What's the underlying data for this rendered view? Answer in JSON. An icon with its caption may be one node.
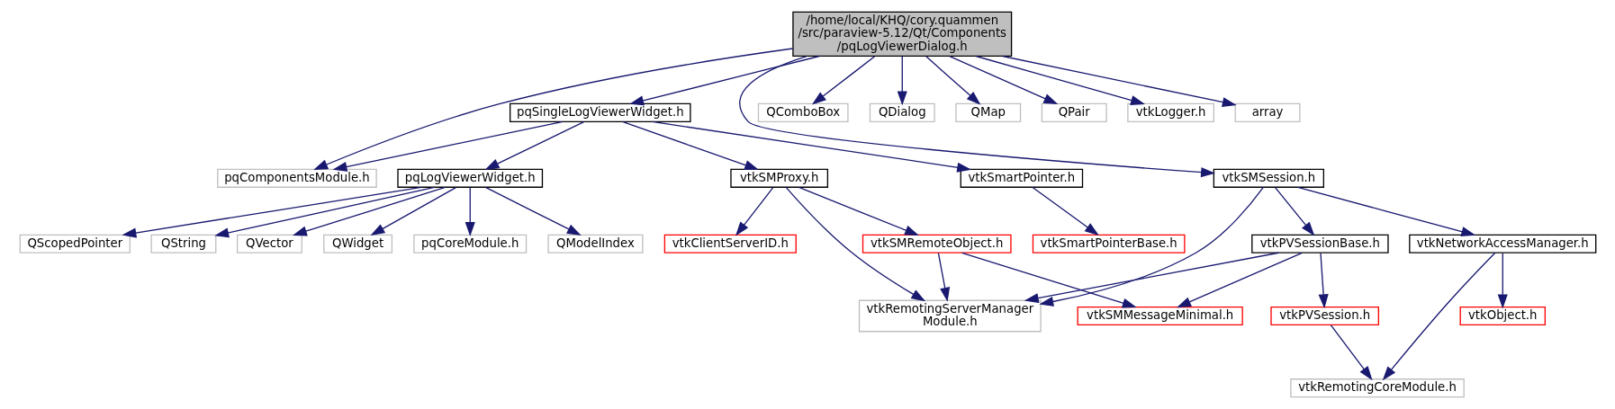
{
  "diagram": {
    "nodes": [
      {
        "text": [
          "/home/local/KHQ/cory.quammen /src/paraview-5.12/Qt/Components /pqLogViewerDialog.h"
        ]
      },
      {
        "text": [
          "pqComponentsModule.h"
        ]
      },
      {
        "text": [
          "pqSingleLogViewerWidget.h"
        ]
      },
      {
        "text": [
          "QComboBox"
        ]
      },
      {
        "text": [
          "QDialog"
        ]
      },
      {
        "text": [
          "QMap"
        ]
      },
      {
        "text": [
          "QPair"
        ]
      },
      {
        "text": [
          "vtkLogger.h"
        ]
      },
      {
        "text": [
          "array"
        ]
      },
      {
        "text": [
          "vtkSmartPointer.h"
        ]
      },
      {
        "text": [
          "vtkSMProxy.h"
        ]
      },
      {
        "text": [
          "pqLogViewerWidget.h"
        ]
      },
      {
        "text": [
          "vtkSMSession.h"
        ]
      },
      {
        "text": [
          "vtkSmartPointerBase.h"
        ]
      },
      {
        "text": [
          "vtkClientServerID.h"
        ]
      },
      {
        "text": [
          "vtkSMRemoteObject.h"
        ]
      },
      {
        "text": [
          "QString"
        ]
      },
      {
        "text": [
          "QVector"
        ]
      },
      {
        "text": [
          "QWidget"
        ]
      },
      {
        "text": [
          "pqCoreModule.h"
        ]
      },
      {
        "text": [
          "QModelIndex"
        ]
      },
      {
        "text": [
          "QScopedPointer"
        ]
      },
      {
        "text": [
          "vtkPVSessionBase.h"
        ]
      },
      {
        "text": [
          "vtkNetworkAccessManager.h"
        ]
      },
      {
        "text": [
          "vtkRemotingServerManager Module.h"
        ]
      },
      {
        "text": [
          "vtkSMMessageMinimal.h"
        ]
      },
      {
        "text": [
          "vtkPVSession.h"
        ]
      },
      {
        "text": [
          "vtkObject.h"
        ]
      },
      {
        "text": [
          "vtkRemotingCoreModule.h"
        ]
      }
    ],
    "edges": [
      {
        "from": 0,
        "to": 1,
        "arrow": "to"
      },
      {
        "from": 0,
        "to": 2,
        "arrow": "to"
      },
      {
        "from": 0,
        "to": 3,
        "arrow": "to"
      },
      {
        "from": 0,
        "to": 4,
        "arrow": "to"
      },
      {
        "from": 0,
        "to": 5,
        "arrow": "to"
      },
      {
        "from": 0,
        "to": 6,
        "arrow": "to"
      },
      {
        "from": 0,
        "to": 7,
        "arrow": "to"
      },
      {
        "from": 0,
        "to": 8,
        "arrow": "to"
      },
      {
        "from": 0,
        "to": 12,
        "arrow": "to"
      },
      {
        "from": 2,
        "to": 1,
        "arrow": "to"
      },
      {
        "from": 2,
        "to": 9,
        "arrow": "to"
      },
      {
        "from": 2,
        "to": 10,
        "arrow": "to"
      },
      {
        "from": 2,
        "to": 11,
        "arrow": "to"
      },
      {
        "from": 9,
        "to": 13,
        "arrow": "to"
      },
      {
        "from": 10,
        "to": 14,
        "arrow": "to"
      },
      {
        "from": 10,
        "to": 15,
        "arrow": "to"
      },
      {
        "from": 10,
        "to": 24,
        "arrow": "to"
      },
      {
        "from": 15,
        "to": 24,
        "arrow": "to"
      },
      {
        "from": 15,
        "to": 25,
        "arrow": "to"
      },
      {
        "from": 11,
        "to": 16,
        "arrow": "to"
      },
      {
        "from": 11,
        "to": 17,
        "arrow": "to"
      },
      {
        "from": 11,
        "to": 18,
        "arrow": "to"
      },
      {
        "from": 11,
        "to": 19,
        "arrow": "to"
      },
      {
        "from": 11,
        "to": 20,
        "arrow": "to"
      },
      {
        "from": 11,
        "to": 21,
        "arrow": "to"
      },
      {
        "from": 12,
        "to": 24,
        "arrow": "to"
      },
      {
        "from": 12,
        "to": 22,
        "arrow": "to"
      },
      {
        "from": 12,
        "to": 23,
        "arrow": "to"
      },
      {
        "from": 22,
        "to": 24,
        "arrow": "to"
      },
      {
        "from": 22,
        "to": 25,
        "arrow": "to"
      },
      {
        "from": 22,
        "to": 26,
        "arrow": "to"
      },
      {
        "from": 23,
        "to": 28,
        "arrow": "to"
      },
      {
        "from": 23,
        "to": 27,
        "arrow": "to"
      },
      {
        "from": 26,
        "to": 28,
        "arrow": "to"
      }
    ]
  }
}
